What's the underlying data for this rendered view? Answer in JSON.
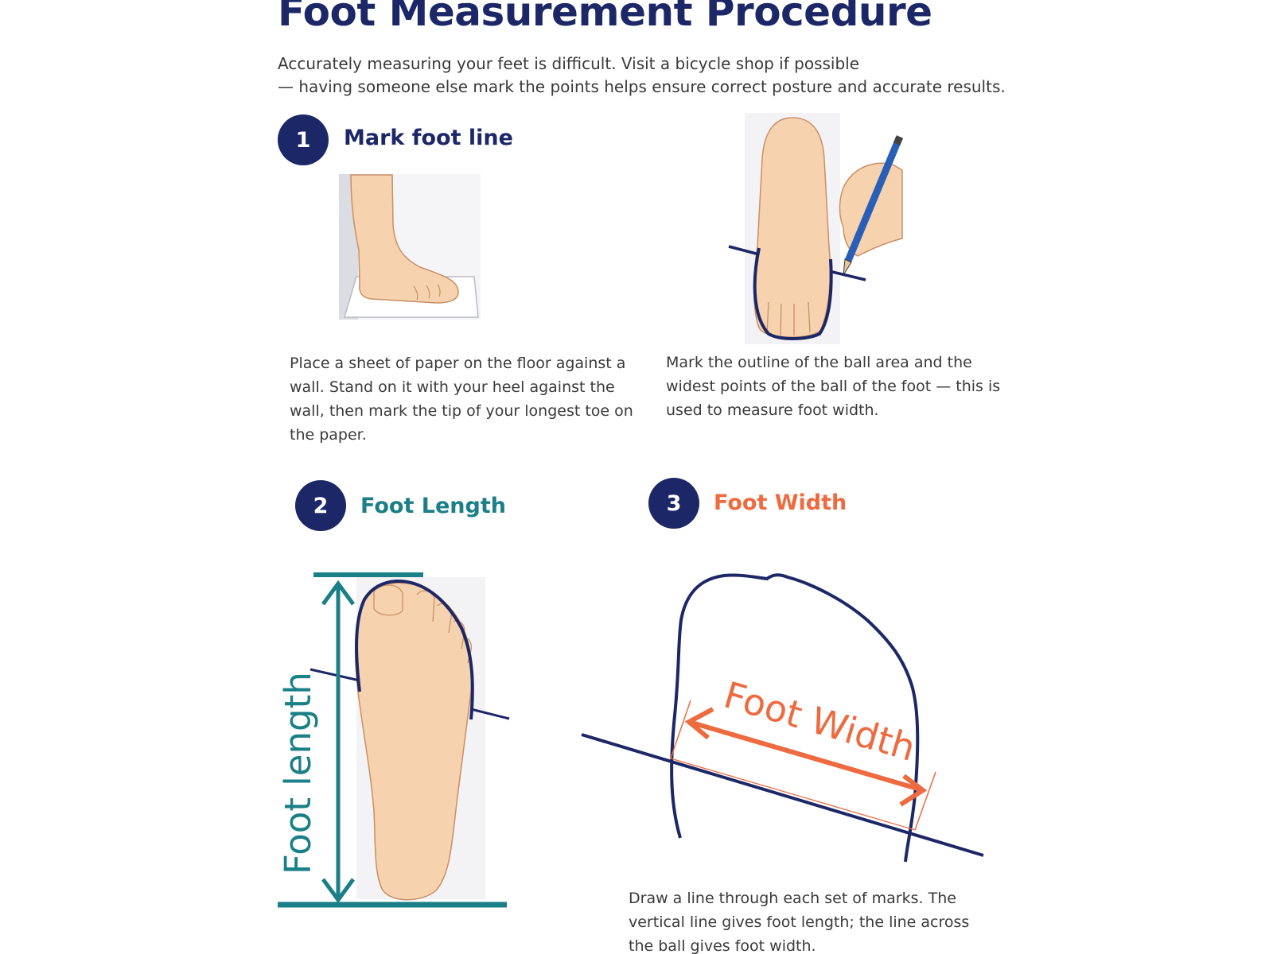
{
  "header": {
    "title": "Foot Measurement Procedure",
    "intro_line1": "Accurately measuring your feet is difficult. Visit a bicycle shop if possible",
    "intro_line2": "— having someone else mark the points helps ensure correct posture and accurate results."
  },
  "steps": [
    {
      "number": "1",
      "title": "Mark foot line",
      "description_left": "Place a sheet of paper on the floor against a wall. Stand on it with your heel against the wall, then mark the tip of your longest toe on the paper.",
      "description_right": "Mark the outline of the ball area and the widest points of the ball of the foot — this is used to measure foot width."
    },
    {
      "number": "2",
      "title": "Foot Length",
      "diagram_label": "Foot length"
    },
    {
      "number": "3",
      "title": "Foot Width",
      "diagram_label": "Foot Width",
      "description": "Draw a line through each set of marks. The vertical line gives foot length; the line across the ball gives foot width."
    }
  ],
  "colors": {
    "navy": "#1c2767",
    "teal": "#1a7f86",
    "orange": "#ee6a3f",
    "skin": "#f6d2ae",
    "skin_outline": "#c98f67"
  }
}
